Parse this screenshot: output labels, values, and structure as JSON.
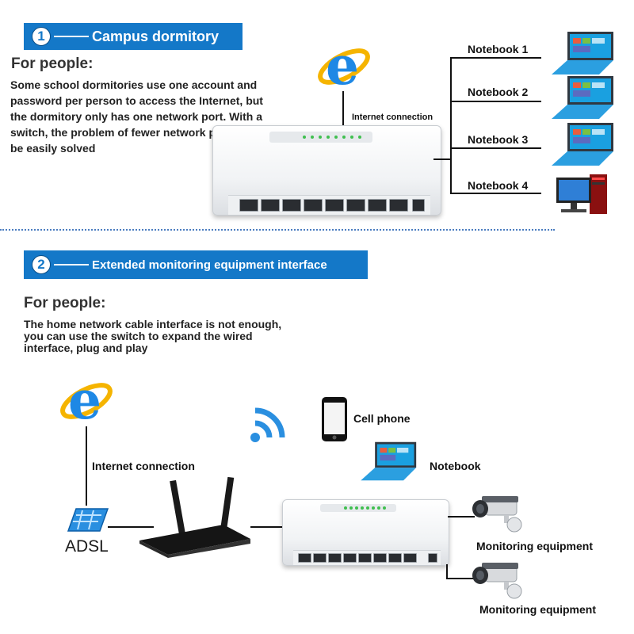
{
  "section1": {
    "number": "1",
    "title": "Campus dormitory",
    "heading": "For people:",
    "description_lines": [
      "Some school dormitories use one account and",
      "password per person to access the Internet, but",
      "the dormitory only has one network port. With a",
      "switch, the problem of fewer network ports can",
      "be easily solved"
    ],
    "internet_label": "Internet connection",
    "notebooks": [
      "Notebook 1",
      "Notebook 2",
      "Notebook 3",
      "Notebook 4"
    ]
  },
  "section2": {
    "number": "2",
    "title": "Extended monitoring equipment interface",
    "heading": "For people:",
    "description_lines": [
      "The home network cable interface is not enough,",
      "you can use the switch to expand the wired",
      "interface, plug and play"
    ],
    "internet_label": "Internet connection",
    "adsl_label": "ADSL",
    "cell_phone_label": "Cell phone",
    "notebook_label": "Notebook",
    "monitoring_labels": [
      "Monitoring equipment",
      "Monitoring equipment"
    ]
  },
  "icons": {
    "ie": "ie-logo-icon",
    "laptop": "laptop-icon",
    "desktop": "desktop-computer-icon",
    "switch": "network-switch-icon",
    "router": "router-icon",
    "wifi": "wifi-icon",
    "phone": "cell-phone-icon",
    "camera": "cctv-camera-icon",
    "adsl": "adsl-modem-icon"
  },
  "colors": {
    "banner": "#1478c8",
    "divider": "#4a7cc0",
    "ie_blue": "#1e88e5",
    "ie_ring": "#f5b400",
    "laptop_screen": "#1aa0e0"
  }
}
